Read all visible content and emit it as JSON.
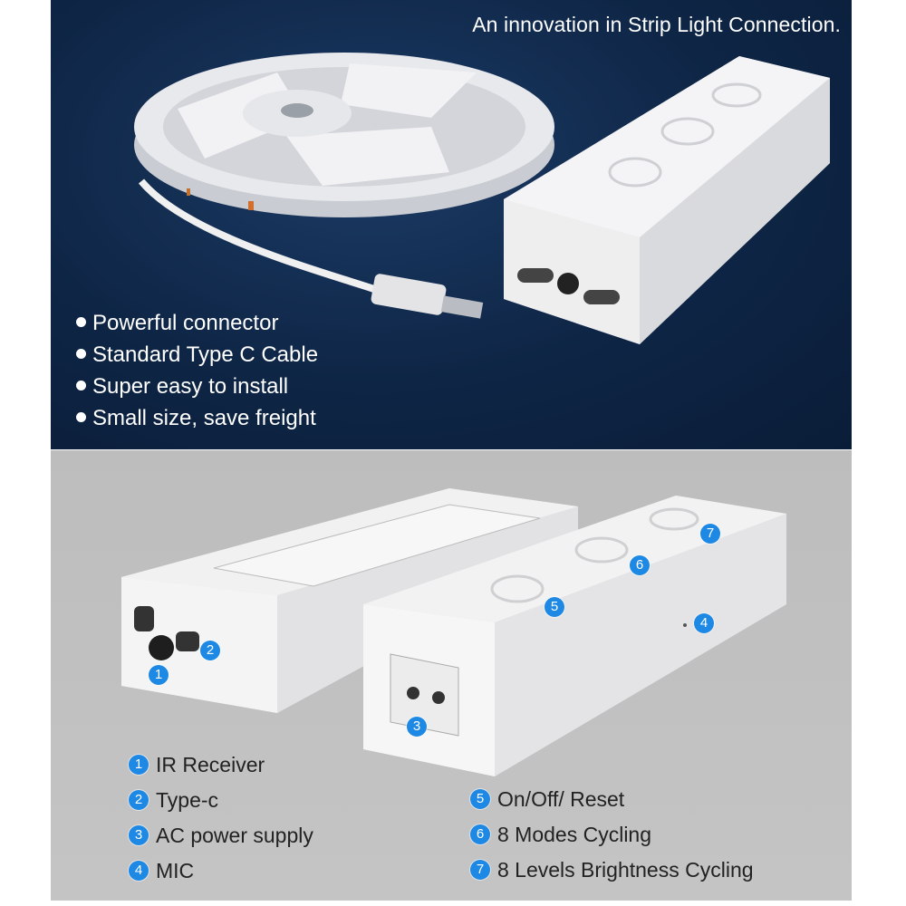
{
  "top": {
    "headline": "An innovation in Strip Light Connection.",
    "bullets": [
      "Powerful connector",
      "Standard Type C Cable",
      "Super easy to install",
      "Small size, save freight"
    ]
  },
  "bottom": {
    "callouts": [
      "1",
      "2",
      "3",
      "4",
      "5",
      "6",
      "7"
    ],
    "legend_left": [
      {
        "num": "1",
        "label": "IR Receiver"
      },
      {
        "num": "2",
        "label": "Type-c"
      },
      {
        "num": "3",
        "label": "AC power supply"
      },
      {
        "num": "4",
        "label": "MIC"
      }
    ],
    "legend_right": [
      {
        "num": "5",
        "label": "On/Off/ Reset"
      },
      {
        "num": "6",
        "label": "8 Modes Cycling"
      },
      {
        "num": "7",
        "label": "8 Levels Brightness Cycling"
      }
    ]
  },
  "colors": {
    "navy": "#0e2545",
    "gray": "#c0c0c0",
    "badge": "#1e88e5"
  }
}
